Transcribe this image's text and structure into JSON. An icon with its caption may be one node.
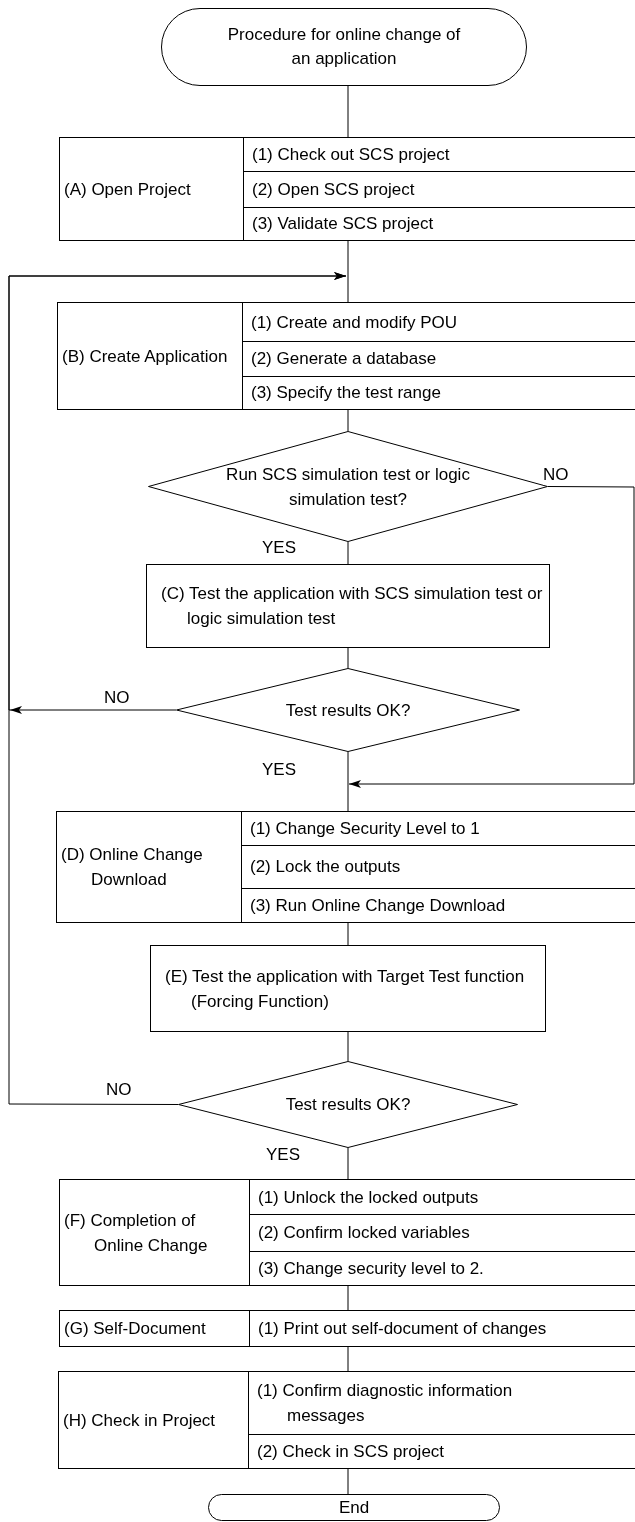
{
  "diagram": {
    "nodes": [
      {
        "text": [
          "Procedure for online change of an application"
        ]
      },
      {
        "text": [
          "(A) Open Project"
        ]
      },
      {
        "text": [
          "(1) Check out SCS project"
        ],
        "in": 1
      },
      {
        "text": [
          "(2) Open SCS project"
        ],
        "in": 1
      },
      {
        "text": [
          "(3) Validate SCS project"
        ],
        "in": 1
      },
      {
        "text": [
          "(B) Create Application"
        ]
      },
      {
        "text": [
          "(1) Create and modify POU"
        ],
        "in": 5
      },
      {
        "text": [
          "(2) Generate a database"
        ],
        "in": 5
      },
      {
        "text": [
          "(3) Specify the test range"
        ],
        "in": 5
      },
      {
        "text": [
          "Run SCS simulation test or logic simulation test?"
        ]
      },
      {
        "text": [
          "(C) Test the application with SCS simulation test or logic simulation test"
        ]
      },
      {
        "text": [
          "Test results OK?"
        ]
      },
      {
        "text": [
          "(D) Online Change Download"
        ]
      },
      {
        "text": [
          "(1) Change Security Level to 1"
        ],
        "in": 12
      },
      {
        "text": [
          "(2) Lock the outputs"
        ],
        "in": 12
      },
      {
        "text": [
          "(3) Run Online Change Download"
        ],
        "in": 12
      },
      {
        "text": [
          "(E) Test the application with Target Test function (Forcing Function)"
        ]
      },
      {
        "text": [
          "Test results OK?"
        ]
      },
      {
        "text": [
          "(F) Completion of Online Change"
        ]
      },
      {
        "text": [
          "(1) Unlock the locked outputs"
        ],
        "in": 18
      },
      {
        "text": [
          "(2) Confirm locked variables"
        ],
        "in": 18
      },
      {
        "text": [
          "(3) Change security level to 2."
        ],
        "in": 18
      },
      {
        "text": [
          "(G) Self-Document"
        ]
      },
      {
        "text": [
          "(1) Print out self-document of changes"
        ],
        "in": 22
      },
      {
        "text": [
          "(H) Check in Project"
        ]
      },
      {
        "text": [
          "(1) Confirm diagnostic information messages"
        ],
        "in": 24
      },
      {
        "text": [
          "(2) Check in SCS project"
        ],
        "in": 24
      },
      {
        "text": [
          "End"
        ]
      }
    ],
    "edges": [
      {
        "from": 0,
        "to": 1,
        "arrow": "none"
      },
      {
        "from": 1,
        "to": 5,
        "arrow": "none"
      },
      {
        "from": 5,
        "to": 9,
        "arrow": "none"
      },
      {
        "from": 9,
        "to": 10,
        "arrow": "none",
        "label": "YES"
      },
      {
        "from": 9,
        "to": 12,
        "arrow": "to",
        "label": "NO"
      },
      {
        "from": 10,
        "to": 11,
        "arrow": "none"
      },
      {
        "from": 11,
        "to": 5,
        "arrow": "to",
        "label": "NO"
      },
      {
        "from": 11,
        "to": 12,
        "arrow": "none",
        "label": "YES"
      },
      {
        "from": 12,
        "to": 16,
        "arrow": "none"
      },
      {
        "from": 16,
        "to": 17,
        "arrow": "none"
      },
      {
        "from": 17,
        "to": 5,
        "arrow": "to",
        "label": "NO"
      },
      {
        "from": 17,
        "to": 18,
        "arrow": "none",
        "label": "YES"
      },
      {
        "from": 18,
        "to": 22,
        "arrow": "none"
      },
      {
        "from": 22,
        "to": 24,
        "arrow": "none"
      },
      {
        "from": 24,
        "to": 27,
        "arrow": "none"
      }
    ]
  }
}
